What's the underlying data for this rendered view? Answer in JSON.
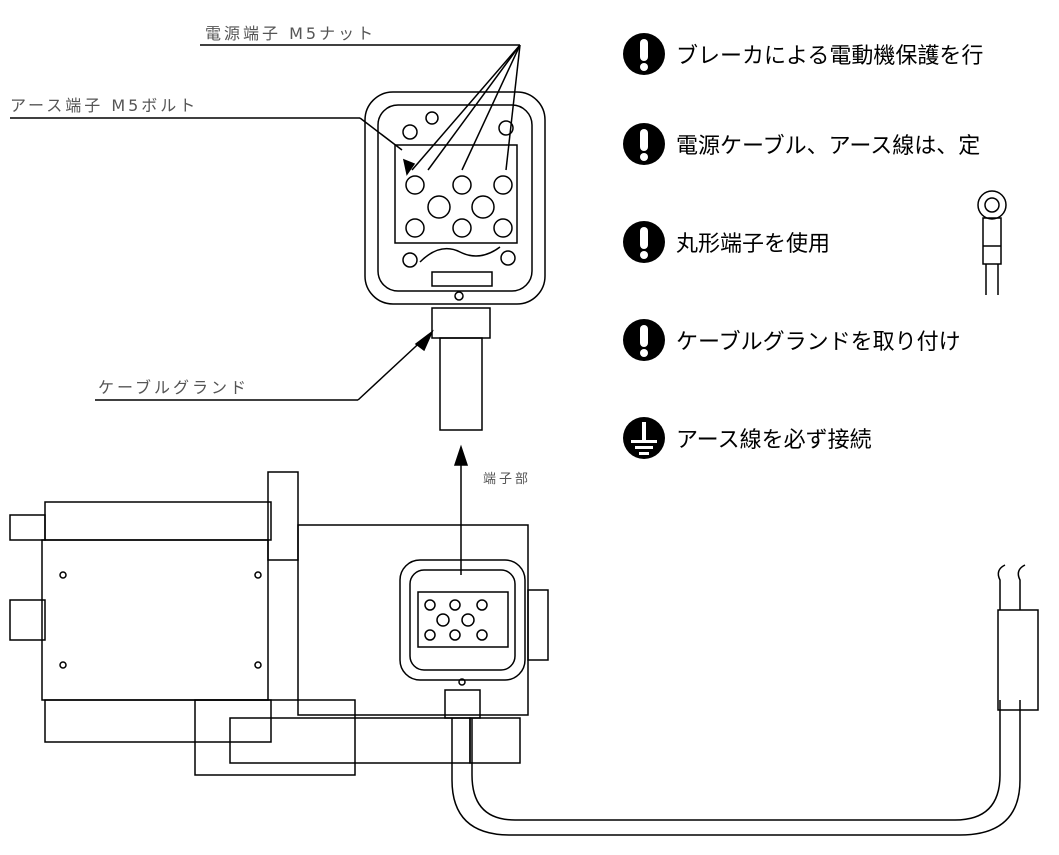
{
  "callouts": {
    "power_terminal": "電源端子 M5ナット",
    "earth_terminal": "アース端子 M5ボルト",
    "cable_gland": "ケーブルグランド",
    "terminal_section": "端子部"
  },
  "notices": [
    {
      "icon": "exclamation-icon",
      "text": "ブレーカによる電動機保護を行"
    },
    {
      "icon": "exclamation-icon",
      "text": "電源ケーブル、アース線は、定"
    },
    {
      "icon": "exclamation-icon",
      "text": "丸形端子を使用"
    },
    {
      "icon": "exclamation-icon",
      "text": "ケーブルグランドを取り付け"
    },
    {
      "icon": "ground-icon",
      "text": "アース線を必ず接続"
    }
  ],
  "colors": {
    "line": "#000000",
    "label": "#555555",
    "icon_fill": "#000000"
  }
}
